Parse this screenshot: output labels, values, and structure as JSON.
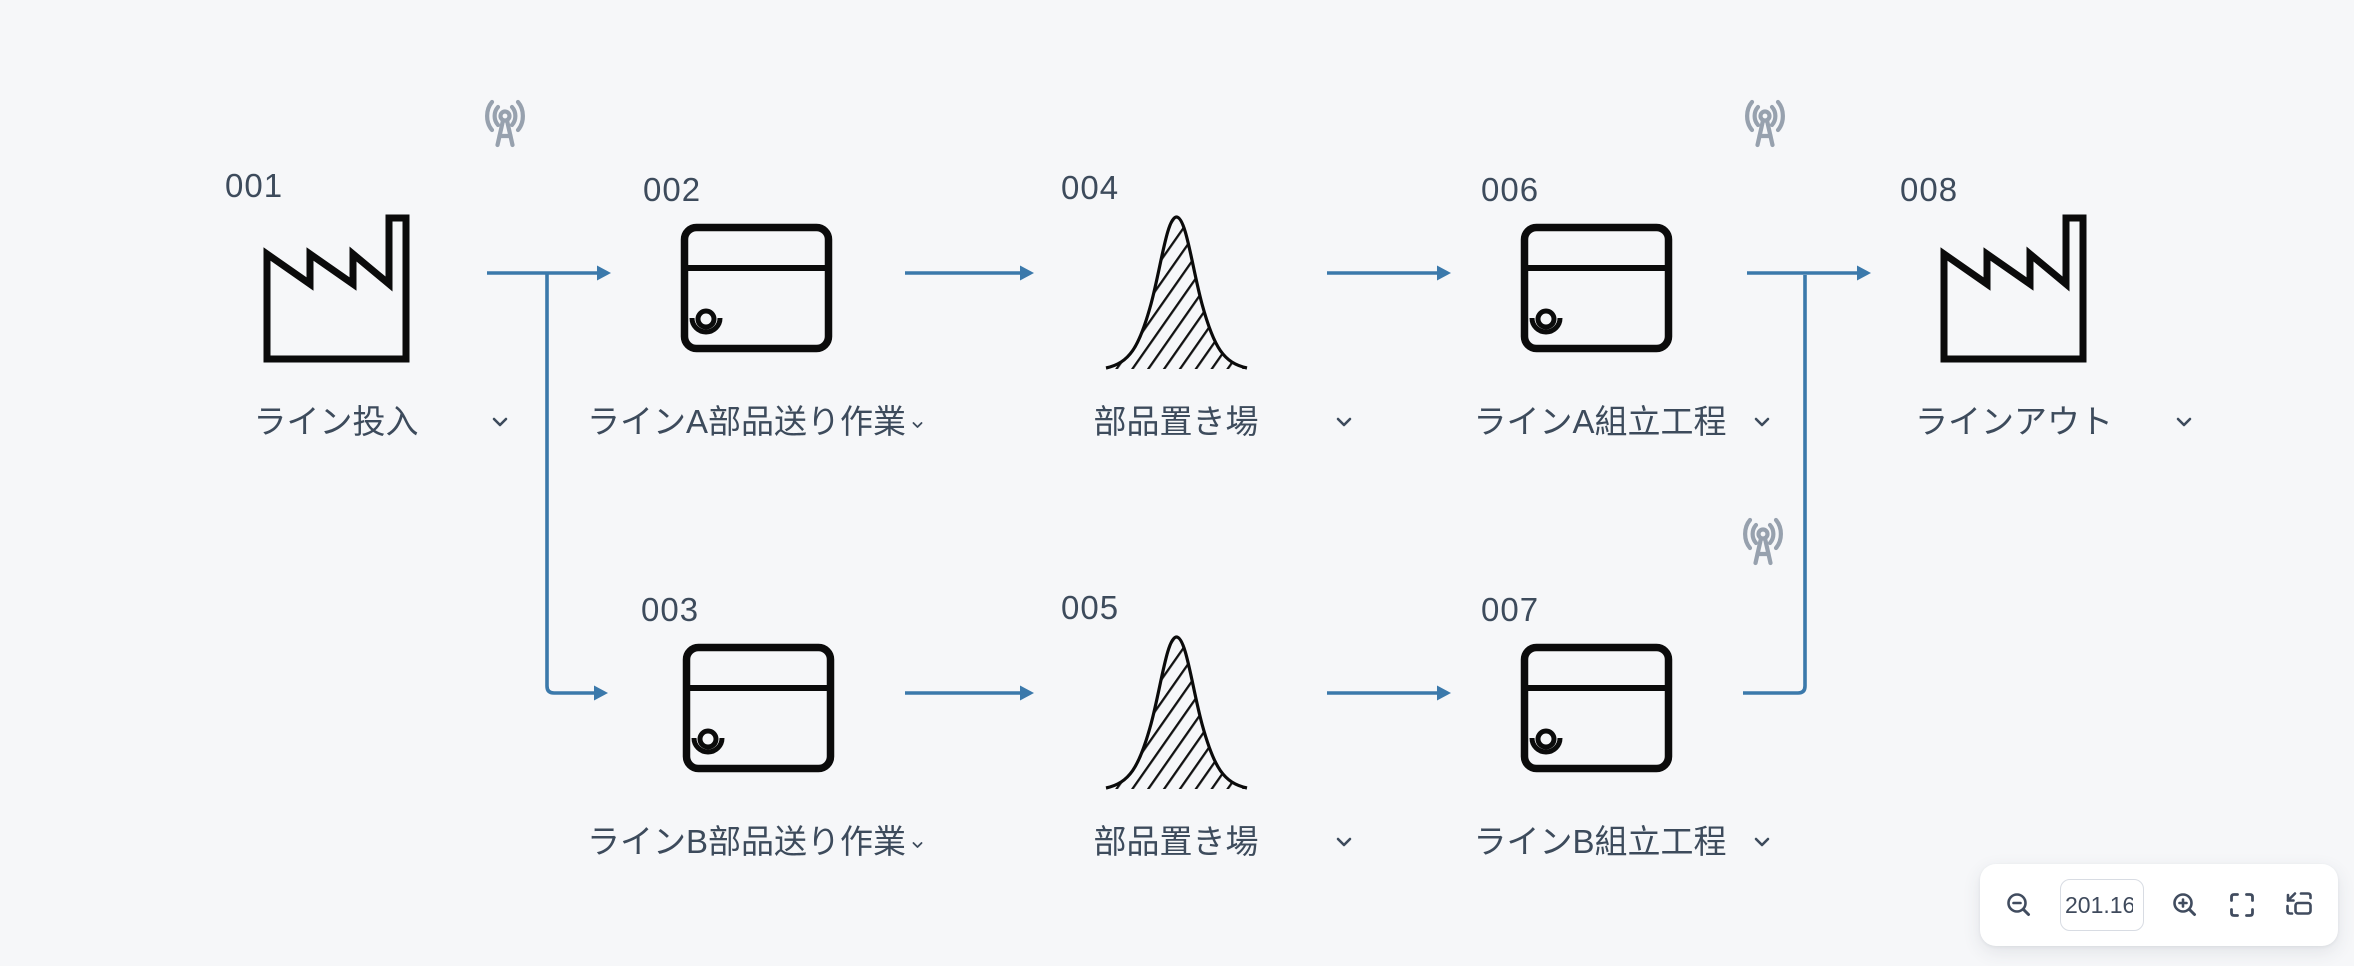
{
  "canvas": {
    "background": "#f6f7f9"
  },
  "colors": {
    "flow_arrow": "#3b79ab",
    "node_stroke": "#0b0b0b",
    "text": "#3d4b5c",
    "signal_icon": "#97a1ae",
    "panel_background": "#ffffff"
  },
  "nodes": [
    {
      "id": "001",
      "label": "ライン投入",
      "type": "factory",
      "has_dropdown": true
    },
    {
      "id": "002",
      "label": "ラインA部品送り作業",
      "type": "process-with-operator",
      "has_dropdown": true
    },
    {
      "id": "003",
      "label": "ラインB部品送り作業",
      "type": "process-with-operator",
      "has_dropdown": true
    },
    {
      "id": "004",
      "label": "部品置き場",
      "type": "inventory",
      "has_dropdown": true
    },
    {
      "id": "005",
      "label": "部品置き場",
      "type": "inventory",
      "has_dropdown": true
    },
    {
      "id": "006",
      "label": "ラインA組立工程",
      "type": "process-with-operator",
      "has_dropdown": true
    },
    {
      "id": "007",
      "label": "ラインB組立工程",
      "type": "process-with-operator",
      "has_dropdown": true
    },
    {
      "id": "008",
      "label": "ラインアウト",
      "type": "factory",
      "has_dropdown": true
    }
  ],
  "edges": [
    {
      "from": "001",
      "to": "002"
    },
    {
      "from": "001",
      "to": "003"
    },
    {
      "from": "002",
      "to": "004"
    },
    {
      "from": "003",
      "to": "005"
    },
    {
      "from": "004",
      "to": "006"
    },
    {
      "from": "005",
      "to": "007"
    },
    {
      "from": "006",
      "to": "008"
    },
    {
      "from": "007",
      "to": "008"
    }
  ],
  "signal_icons": [
    {
      "name": "broadcast-tower",
      "at": "above-edge-001-002"
    },
    {
      "name": "broadcast-tower",
      "at": "above-edge-006-008"
    },
    {
      "name": "broadcast-tower",
      "at": "above-edge-007-merge"
    }
  ],
  "controls": {
    "zoom_value": "201.16",
    "buttons": [
      "zoom-out",
      "zoom-in",
      "fullscreen",
      "fit-view"
    ]
  }
}
